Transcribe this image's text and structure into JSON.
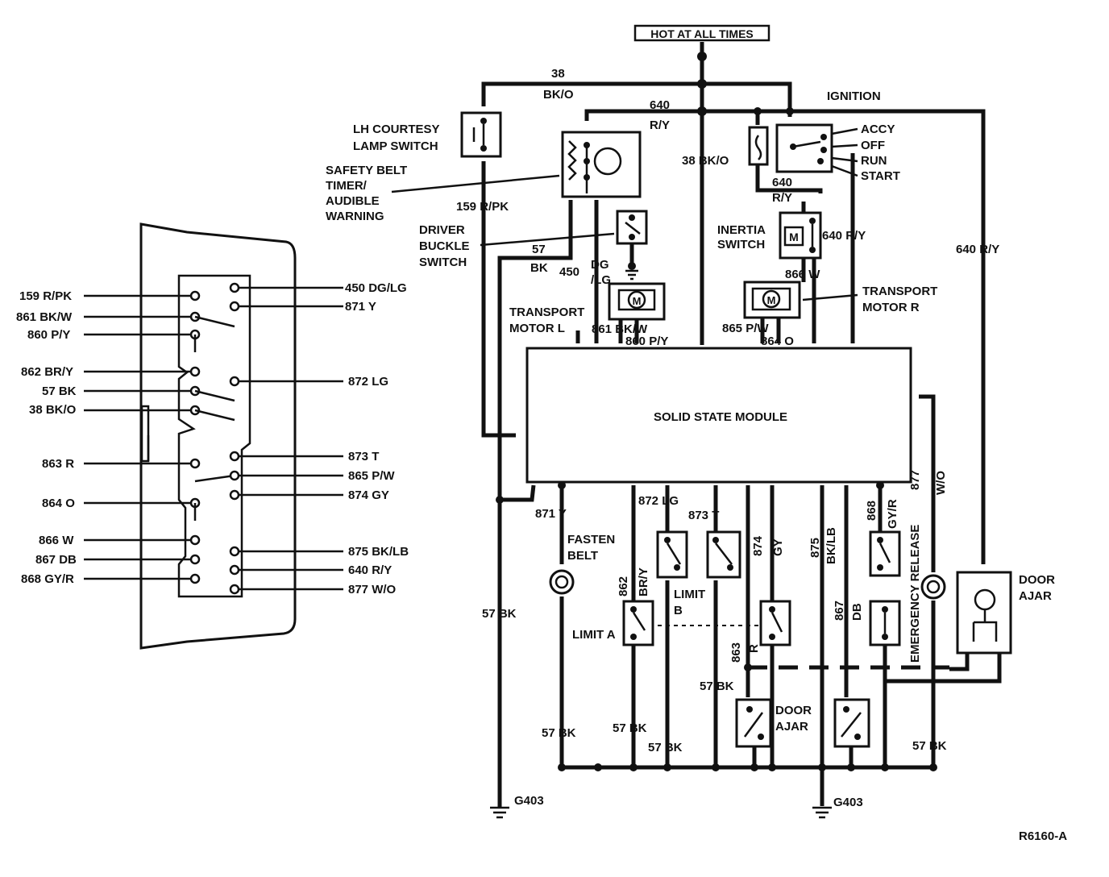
{
  "header": {
    "hot_label": "HOT AT ALL TIMES"
  },
  "connector": {
    "left_pins": [
      "159 R/PK",
      "861 BK/W",
      "860 P/Y",
      "862 BR/Y",
      "57 BK",
      "38 BK/O",
      "863 R",
      "864 O",
      "866 W",
      "867 DB",
      "868 GY/R"
    ],
    "right_pins": [
      "450 DG/LG",
      "871 Y",
      "872 LG",
      "873  T",
      "865 P/W",
      "874 GY",
      "875 BK/LB",
      "640 R/Y",
      "877 W/O"
    ]
  },
  "components": {
    "lh_courtesy": [
      "LH COURTESY",
      "LAMP SWITCH"
    ],
    "safety_belt": [
      "SAFETY BELT",
      "TIMER/",
      "AUDIBLE",
      "WARNING"
    ],
    "driver_buckle": [
      "DRIVER",
      "BUCKLE",
      "SWITCH"
    ],
    "ignition": "IGNITION",
    "ignition_positions": [
      "ACCY",
      "OFF",
      "RUN",
      "START"
    ],
    "inertia": [
      "INERTIA",
      "SWITCH"
    ],
    "transport_l": [
      "TRANSPORT",
      "MOTOR L"
    ],
    "transport_r": [
      "TRANSPORT",
      "MOTOR R"
    ],
    "module": "SOLID STATE MODULE",
    "fasten_belt": [
      "FASTEN",
      "BELT"
    ],
    "limit_a": "LIMIT A",
    "limit_b": [
      "LIMIT",
      "B"
    ],
    "door_ajar_1": [
      "DOOR",
      "AJAR"
    ],
    "door_ajar_2": [
      "DOOR",
      "AJAR"
    ],
    "emergency": "EMERGENCY RELEASE",
    "ground_1": "G403",
    "ground_2": "G403",
    "motor_symbol": "M"
  },
  "wire_labels": {
    "w38_num": "38",
    "w38_color": "BK/O",
    "w640_num": "640",
    "w640_color": "R/Y",
    "w38b": "38  BK/O",
    "w640_ign_num": "640",
    "w640_ign_color": "R/Y",
    "w159": "159 R/PK",
    "w57_num": "57",
    "w57_color": "BK",
    "w450_num": "450",
    "w450_dg": "DG",
    "w450_lg": "/LG",
    "w640_inertia": "640 R/Y",
    "w866": "866  W",
    "w640_right": "640  R/Y",
    "w861": "861 BK/W",
    "w860": "860  P/Y",
    "w865": "865 P/W",
    "w864": "864  O",
    "w871": "871  Y",
    "w872": "872  LG",
    "w873": "873   T",
    "w862_num": "862",
    "w862_color": "BR/Y",
    "w874_num": "874",
    "w874_color": "GY",
    "w875_num": "875",
    "w875_color": "BK/LB",
    "w867_num": "867",
    "w867_color": "DB",
    "w868_num": "868",
    "w868_color": "GY/R",
    "w877_num": "877",
    "w877_color": "W/O",
    "w863_num": "863",
    "w863_color": "R",
    "gnd_57_a": "57  BK",
    "gnd_57_b": "57  BK",
    "gnd_57_c": "57  BK",
    "gnd_57_d": "57  BK",
    "gnd_57_e": "57  BK",
    "gnd_57_f": "57  BK"
  },
  "figure_code": "R6160-A"
}
